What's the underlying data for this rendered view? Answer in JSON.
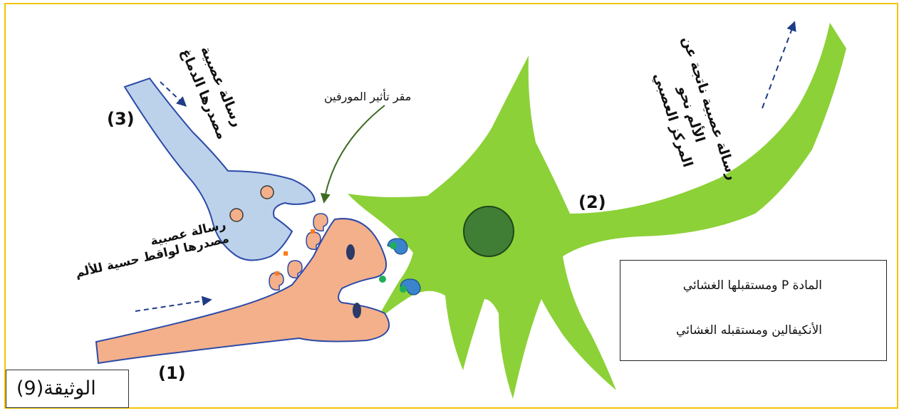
{
  "labels": {
    "neuron_1": "(1)",
    "neuron_2": "(2)",
    "neuron_3": "(3)",
    "morphine_site": "مقر تأثير المورفين",
    "msg_brain_line1": "رسالة عصبية",
    "msg_brain_line2": "مصدرها الدماغ",
    "msg_sensory_line1": "رسالة عصبية",
    "msg_sensory_line2": "مصدرها لواقط حسية للألم",
    "msg_center_line1": "رسالة عصبية ناتجة عن",
    "msg_center_line2": "الألم نحو",
    "msg_center_line3": "المركز العصبي"
  },
  "legend": {
    "substance_p": "المادة P ومستقبلها الغشائي",
    "enkephalin": "الأنكيفالين ومستقبله الغشائي"
  },
  "document_label": "الوثيقة(9)",
  "colors": {
    "frame": "#f2c400",
    "neuron_green": "#8cd137",
    "nucleus": "#3f7e34",
    "neuron_orange": "#f4b08a",
    "neuron_blue": "#bcd2ea",
    "outline_blue": "#2c4aa8",
    "arrow": "#1f3c88",
    "receptor_blue": "#3a84cc",
    "substance_p_dot": "#1fae5a",
    "enkephalin_dot": "#ff7a1a"
  }
}
